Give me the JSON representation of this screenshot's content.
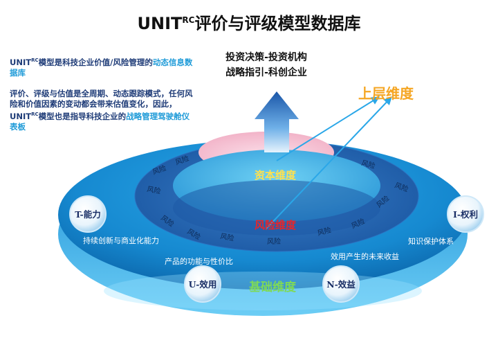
{
  "title": {
    "main_a": "UNIT",
    "sup": "RC",
    "main_b": "评价与评级模型数据库"
  },
  "intro": {
    "p1_a": "UNIT",
    "p1_sup": "RC",
    "p1_b": "模型是科技企业价值/风险管理的",
    "p1_hl": "动态信息数据库",
    "p2_a": "评价、评级与估值是全周期、动态跟踪模式，任何风险和价值因素的变动都会带来估值变化，因此，UNIT",
    "p2_sup": "RC",
    "p2_b": "模型也是指导科技企业的",
    "p2_hl": "战略管理驾驶舱仪表板"
  },
  "top": {
    "line1": "投资决策-投资机构",
    "line2": "战略指引-科创企业"
  },
  "dimensions": {
    "upper": "上层维度",
    "capital": "资本维度",
    "risk": "风险维度",
    "base": "基础维度"
  },
  "risk_word": "风险",
  "badges": {
    "t": "T-能力",
    "i": "I-权利",
    "u": "U-效用",
    "n": "N-效益"
  },
  "outer_labels": {
    "t": "持续创新与商业化能力",
    "i": "知识保护体系",
    "u": "产品的功能与性价比",
    "n": "效用产生的未来收益"
  },
  "colors": {
    "upper": "#f5a623",
    "capital": "#ffe14d",
    "risk": "#e8252a",
    "base": "#7ed957",
    "disk_dark": "#0a6fb8",
    "disk_light": "#4fc3f7"
  }
}
